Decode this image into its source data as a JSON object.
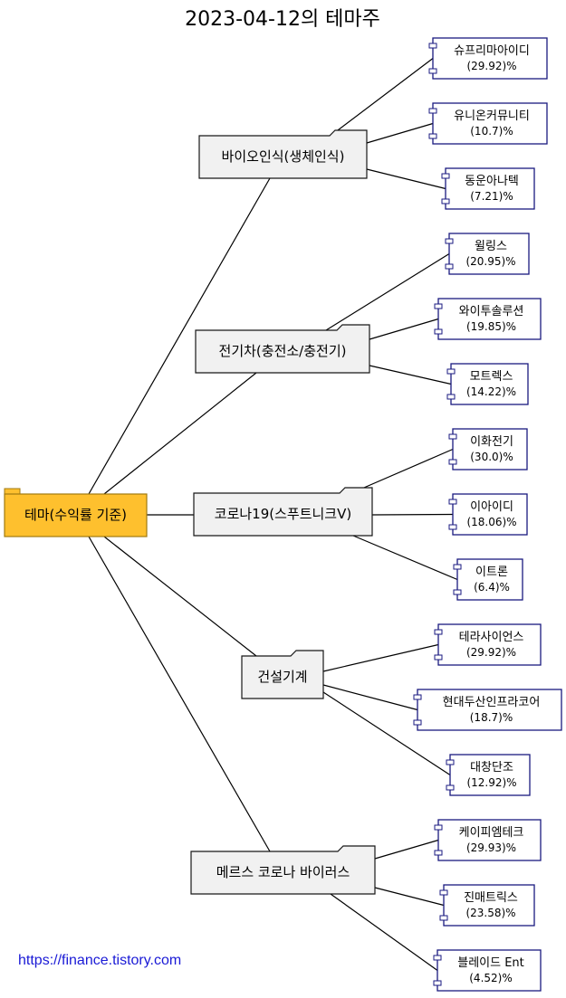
{
  "title": "2023-04-12의 테마주",
  "root": {
    "label": "테마(수익률 기준)"
  },
  "themes": [
    {
      "name": "바이오인식(생체인식)",
      "stocks": [
        {
          "name": "슈프리마아이디",
          "pct": "(29.92)%"
        },
        {
          "name": "유니온커뮤니티",
          "pct": "(10.7)%"
        },
        {
          "name": "동운아나텍",
          "pct": "(7.21)%"
        }
      ]
    },
    {
      "name": "전기차(충전소/충전기)",
      "stocks": [
        {
          "name": "윌링스",
          "pct": "(20.95)%"
        },
        {
          "name": "와이투솔루션",
          "pct": "(19.85)%"
        },
        {
          "name": "모트렉스",
          "pct": "(14.22)%"
        }
      ]
    },
    {
      "name": "코로나19(스푸트니크V)",
      "stocks": [
        {
          "name": "이화전기",
          "pct": "(30.0)%"
        },
        {
          "name": "이아이디",
          "pct": "(18.06)%"
        },
        {
          "name": "이트론",
          "pct": "(6.4)%"
        }
      ]
    },
    {
      "name": "건설기계",
      "stocks": [
        {
          "name": "테라사이언스",
          "pct": "(29.92)%"
        },
        {
          "name": "현대두산인프라코어",
          "pct": "(18.7)%"
        },
        {
          "name": "대창단조",
          "pct": "(12.92)%"
        }
      ]
    },
    {
      "name": "메르스 코로나 바이러스",
      "stocks": [
        {
          "name": "케이피엠테크",
          "pct": "(29.93)%"
        },
        {
          "name": "진매트릭스",
          "pct": "(23.58)%"
        },
        {
          "name": "블레이드 Ent",
          "pct": "(4.52)%"
        }
      ]
    }
  ],
  "footer": "https://finance.tistory.com",
  "colors": {
    "root_fill": "#fec02e",
    "root_stroke": "#a07a10",
    "theme_fill": "#f1f1f1",
    "theme_stroke": "#181818",
    "component_stroke": "#1a1a80",
    "line": "#000000",
    "footer_link": "#1a1ad6"
  }
}
